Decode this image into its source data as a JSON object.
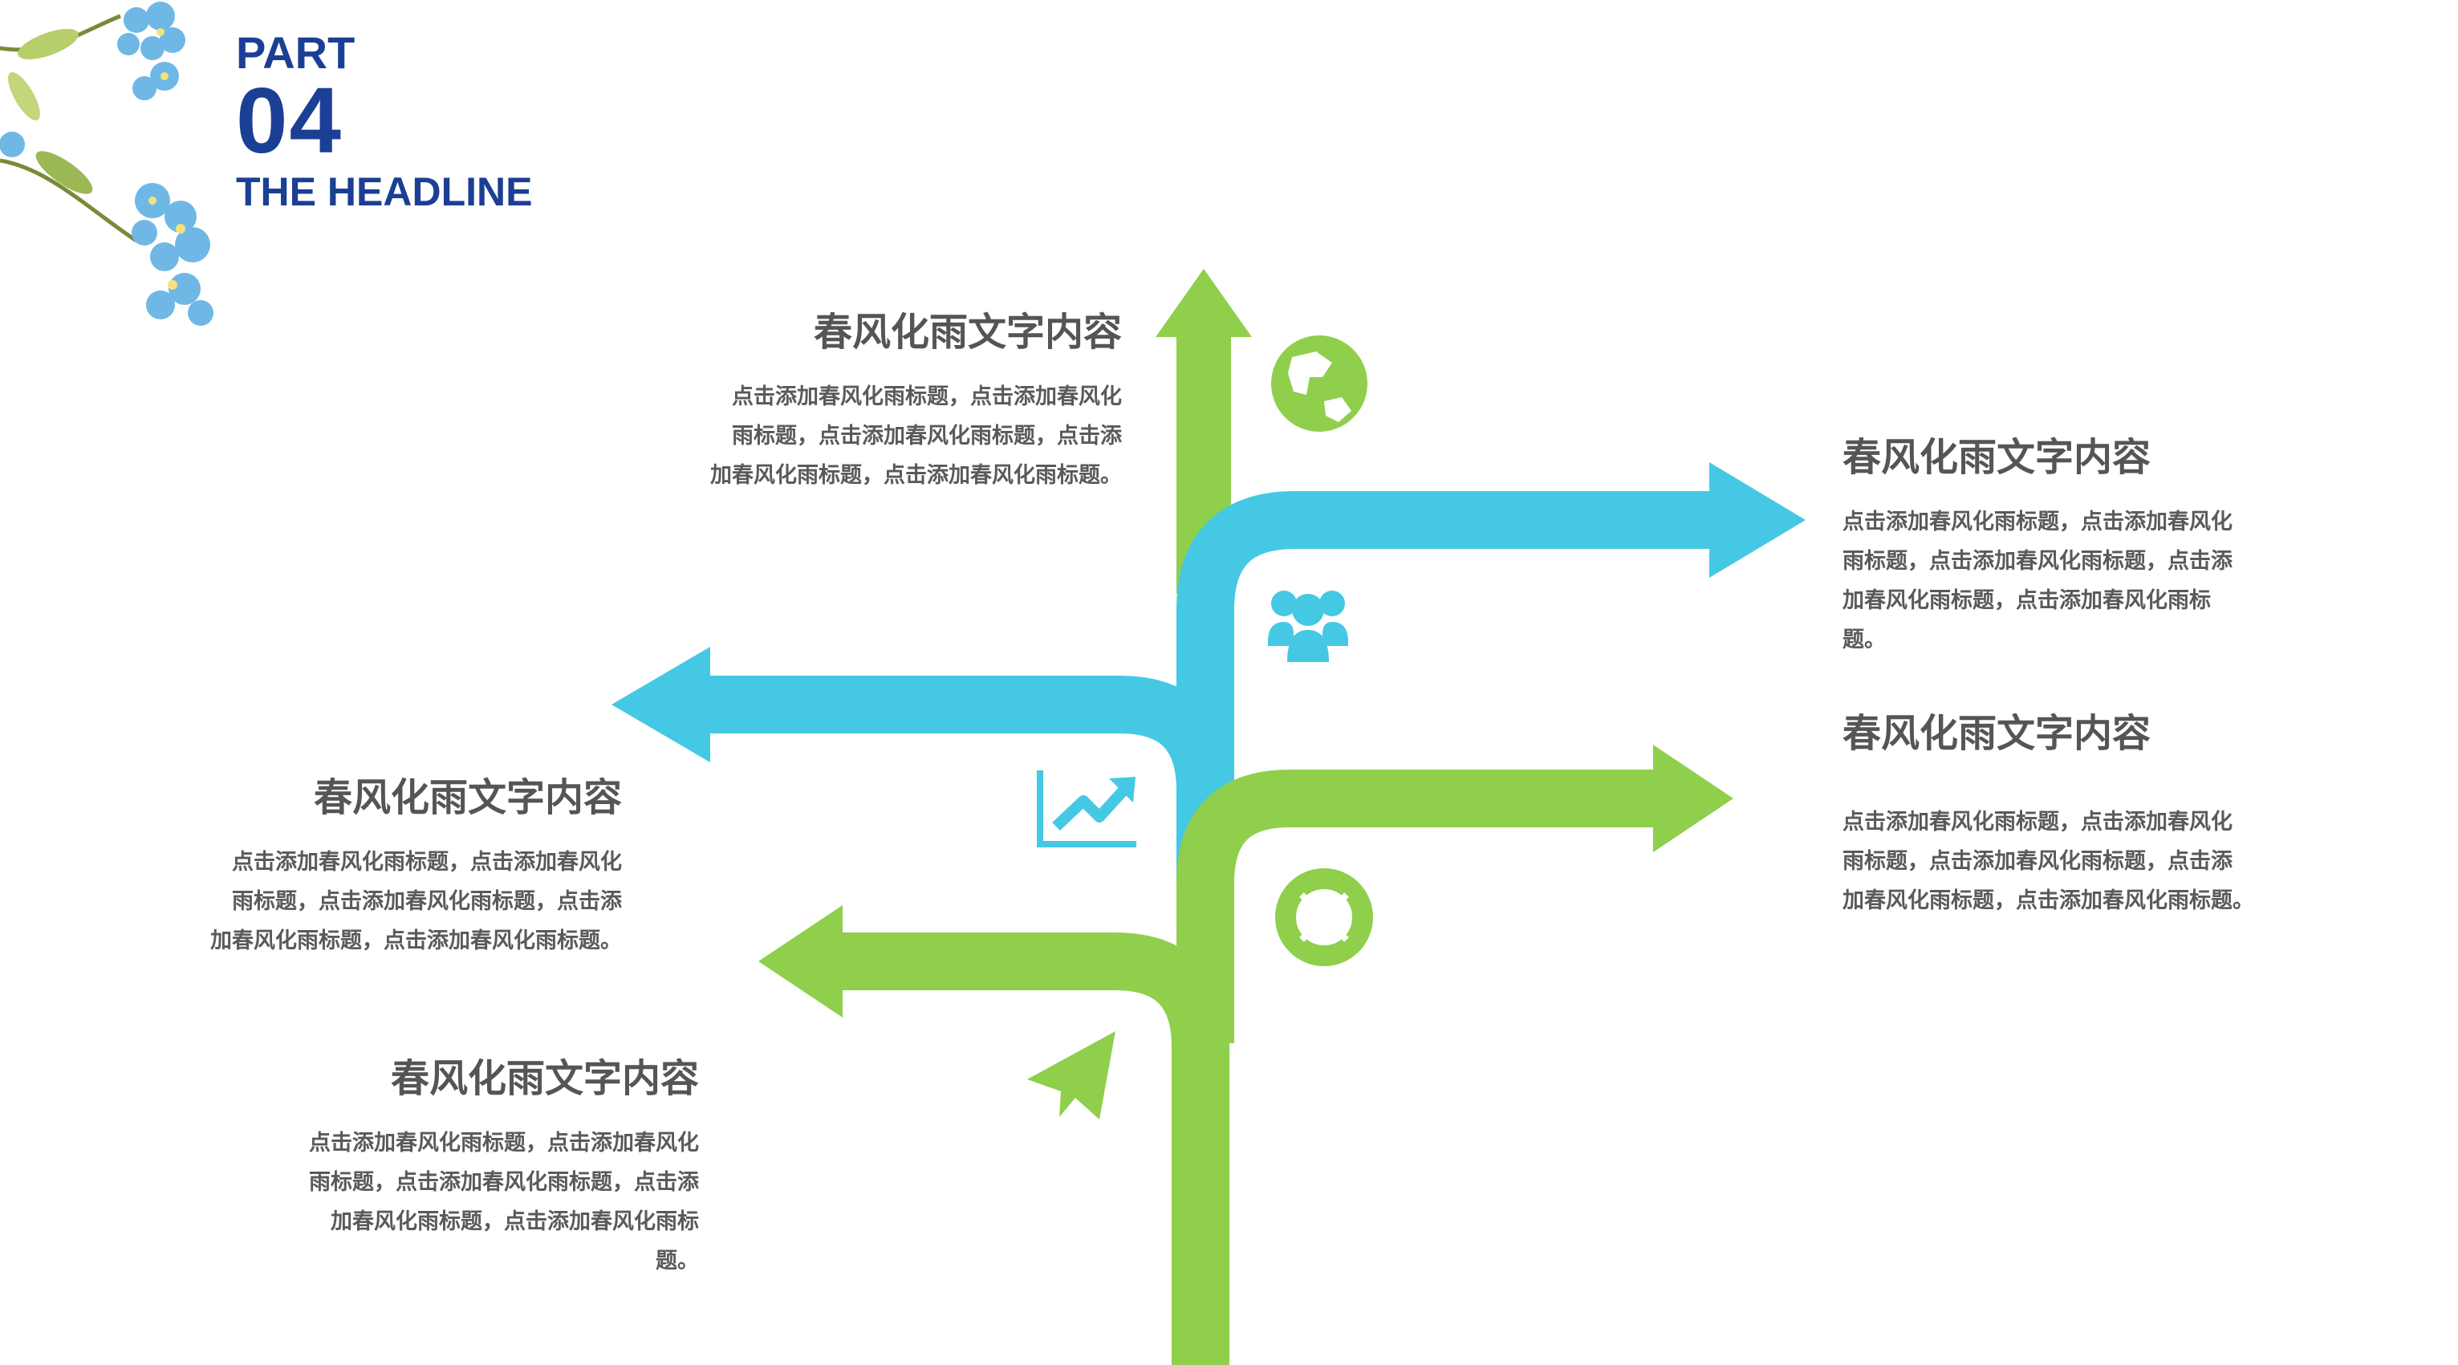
{
  "header": {
    "part": "PART",
    "number": "04",
    "headline": "THE HEADLINE"
  },
  "colors": {
    "green": "#8fcf4c",
    "blue": "#45c8e4",
    "navy": "#1b3f94",
    "text": "#555555"
  },
  "icons": [
    "globe-icon",
    "users-icon",
    "trend-chart-icon",
    "lifebuoy-icon",
    "paper-plane-icon"
  ],
  "blocks": [
    {
      "title": "春风化雨文字内容",
      "lines": [
        "点击添加春风化雨标题，点击添加春风化",
        "雨标题，点击添加春风化雨标题，点击添",
        "加春风化雨标题，点击添加春风化雨标题。"
      ]
    },
    {
      "title": "春风化雨文字内容",
      "lines": [
        "点击添加春风化雨标题，点击添加春风化",
        "雨标题，点击添加春风化雨标题，点击添",
        "加春风化雨标题，点击添加春风化雨标",
        "题。"
      ]
    },
    {
      "title": "春风化雨文字内容",
      "lines": [
        "点击添加春风化雨标题，点击添加春风化",
        "雨标题，点击添加春风化雨标题，点击添",
        "加春风化雨标题，点击添加春风化雨标题。"
      ]
    },
    {
      "title": "春风化雨文字内容",
      "lines": [
        "点击添加春风化雨标题，点击添加春风化",
        "雨标题，点击添加春风化雨标题，点击添",
        "加春风化雨标题，点击添加春风化雨标题。"
      ]
    },
    {
      "title": "春风化雨文字内容",
      "lines": [
        "点击添加春风化雨标题，点击添加春风化",
        "雨标题，点击添加春风化雨标题，点击添",
        "加春风化雨标题，点击添加春风化雨标",
        "题。"
      ]
    }
  ]
}
